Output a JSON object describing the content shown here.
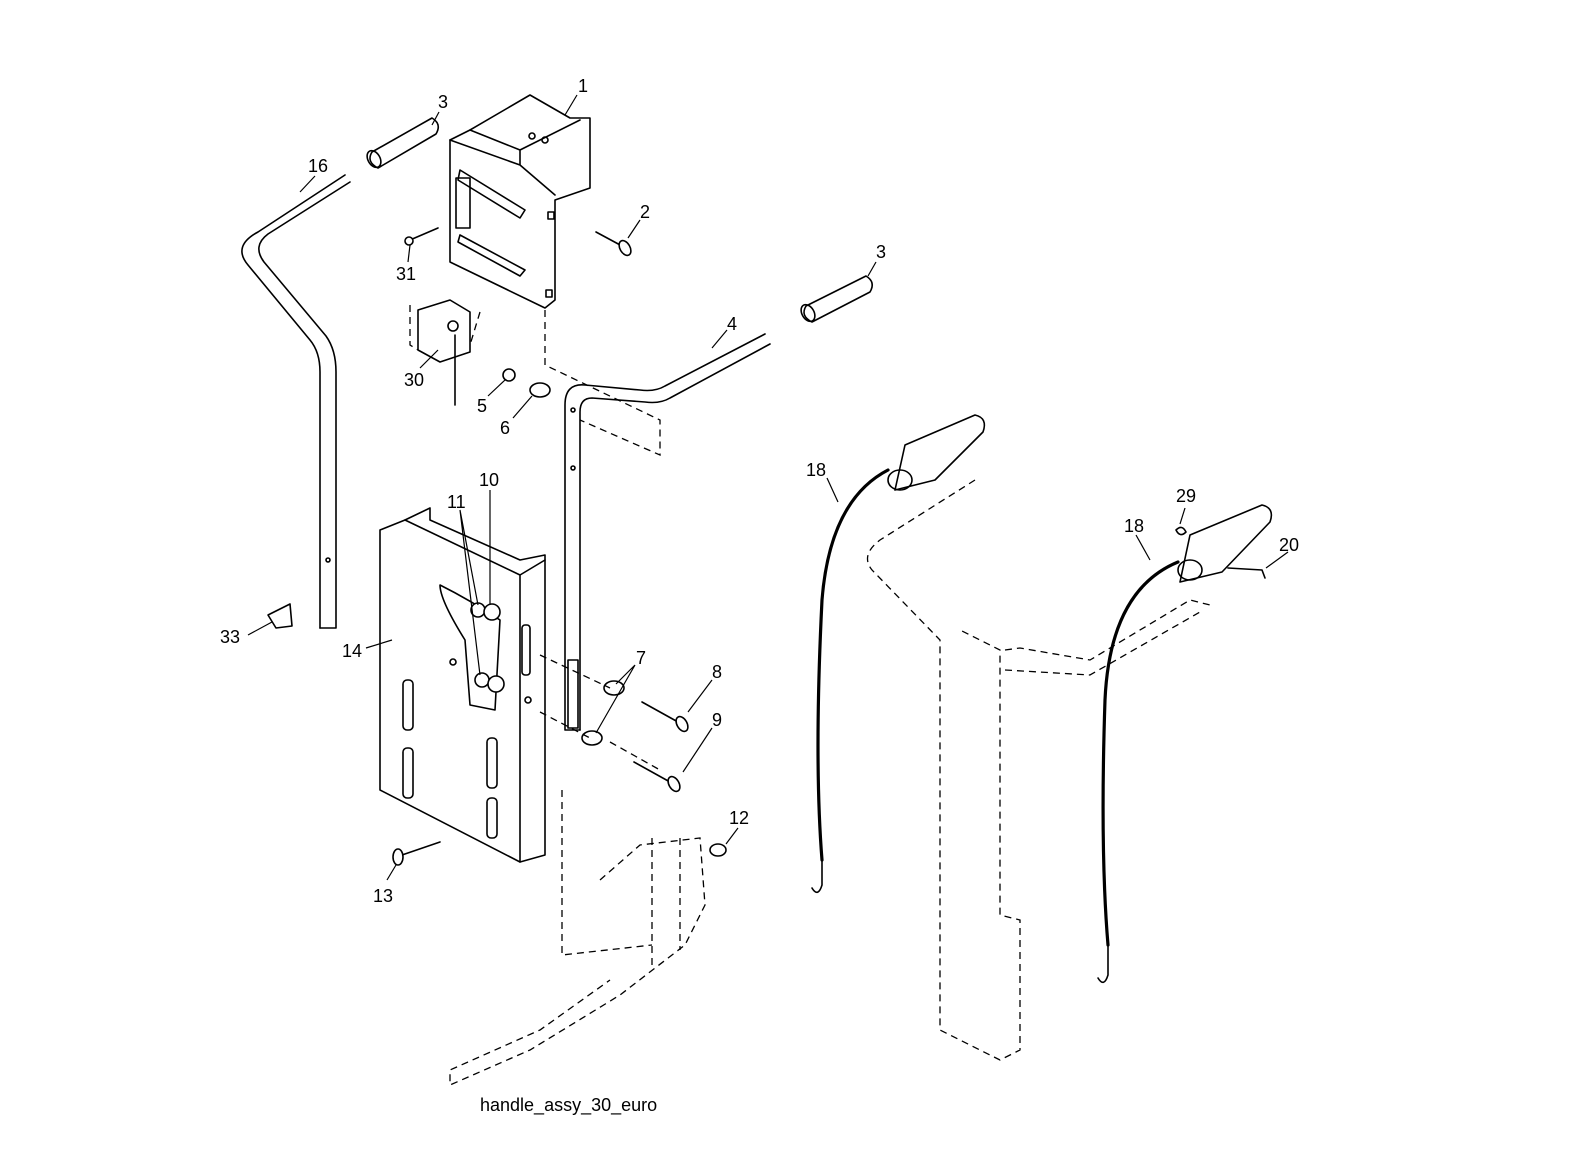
{
  "diagram": {
    "caption": "handle_assy_30_euro",
    "callouts": [
      {
        "id": "c1",
        "label": "1"
      },
      {
        "id": "c2",
        "label": "2"
      },
      {
        "id": "c3a",
        "label": "3"
      },
      {
        "id": "c3b",
        "label": "3"
      },
      {
        "id": "c4",
        "label": "4"
      },
      {
        "id": "c5",
        "label": "5"
      },
      {
        "id": "c6",
        "label": "6"
      },
      {
        "id": "c7",
        "label": "7"
      },
      {
        "id": "c8",
        "label": "8"
      },
      {
        "id": "c9",
        "label": "9"
      },
      {
        "id": "c10",
        "label": "10"
      },
      {
        "id": "c11",
        "label": "11"
      },
      {
        "id": "c12",
        "label": "12"
      },
      {
        "id": "c13",
        "label": "13"
      },
      {
        "id": "c14",
        "label": "14"
      },
      {
        "id": "c16",
        "label": "16"
      },
      {
        "id": "c18a",
        "label": "18"
      },
      {
        "id": "c18b",
        "label": "18"
      },
      {
        "id": "c20",
        "label": "20"
      },
      {
        "id": "c29",
        "label": "29"
      },
      {
        "id": "c30",
        "label": "30"
      },
      {
        "id": "c31",
        "label": "31"
      },
      {
        "id": "c33",
        "label": "33"
      }
    ]
  }
}
